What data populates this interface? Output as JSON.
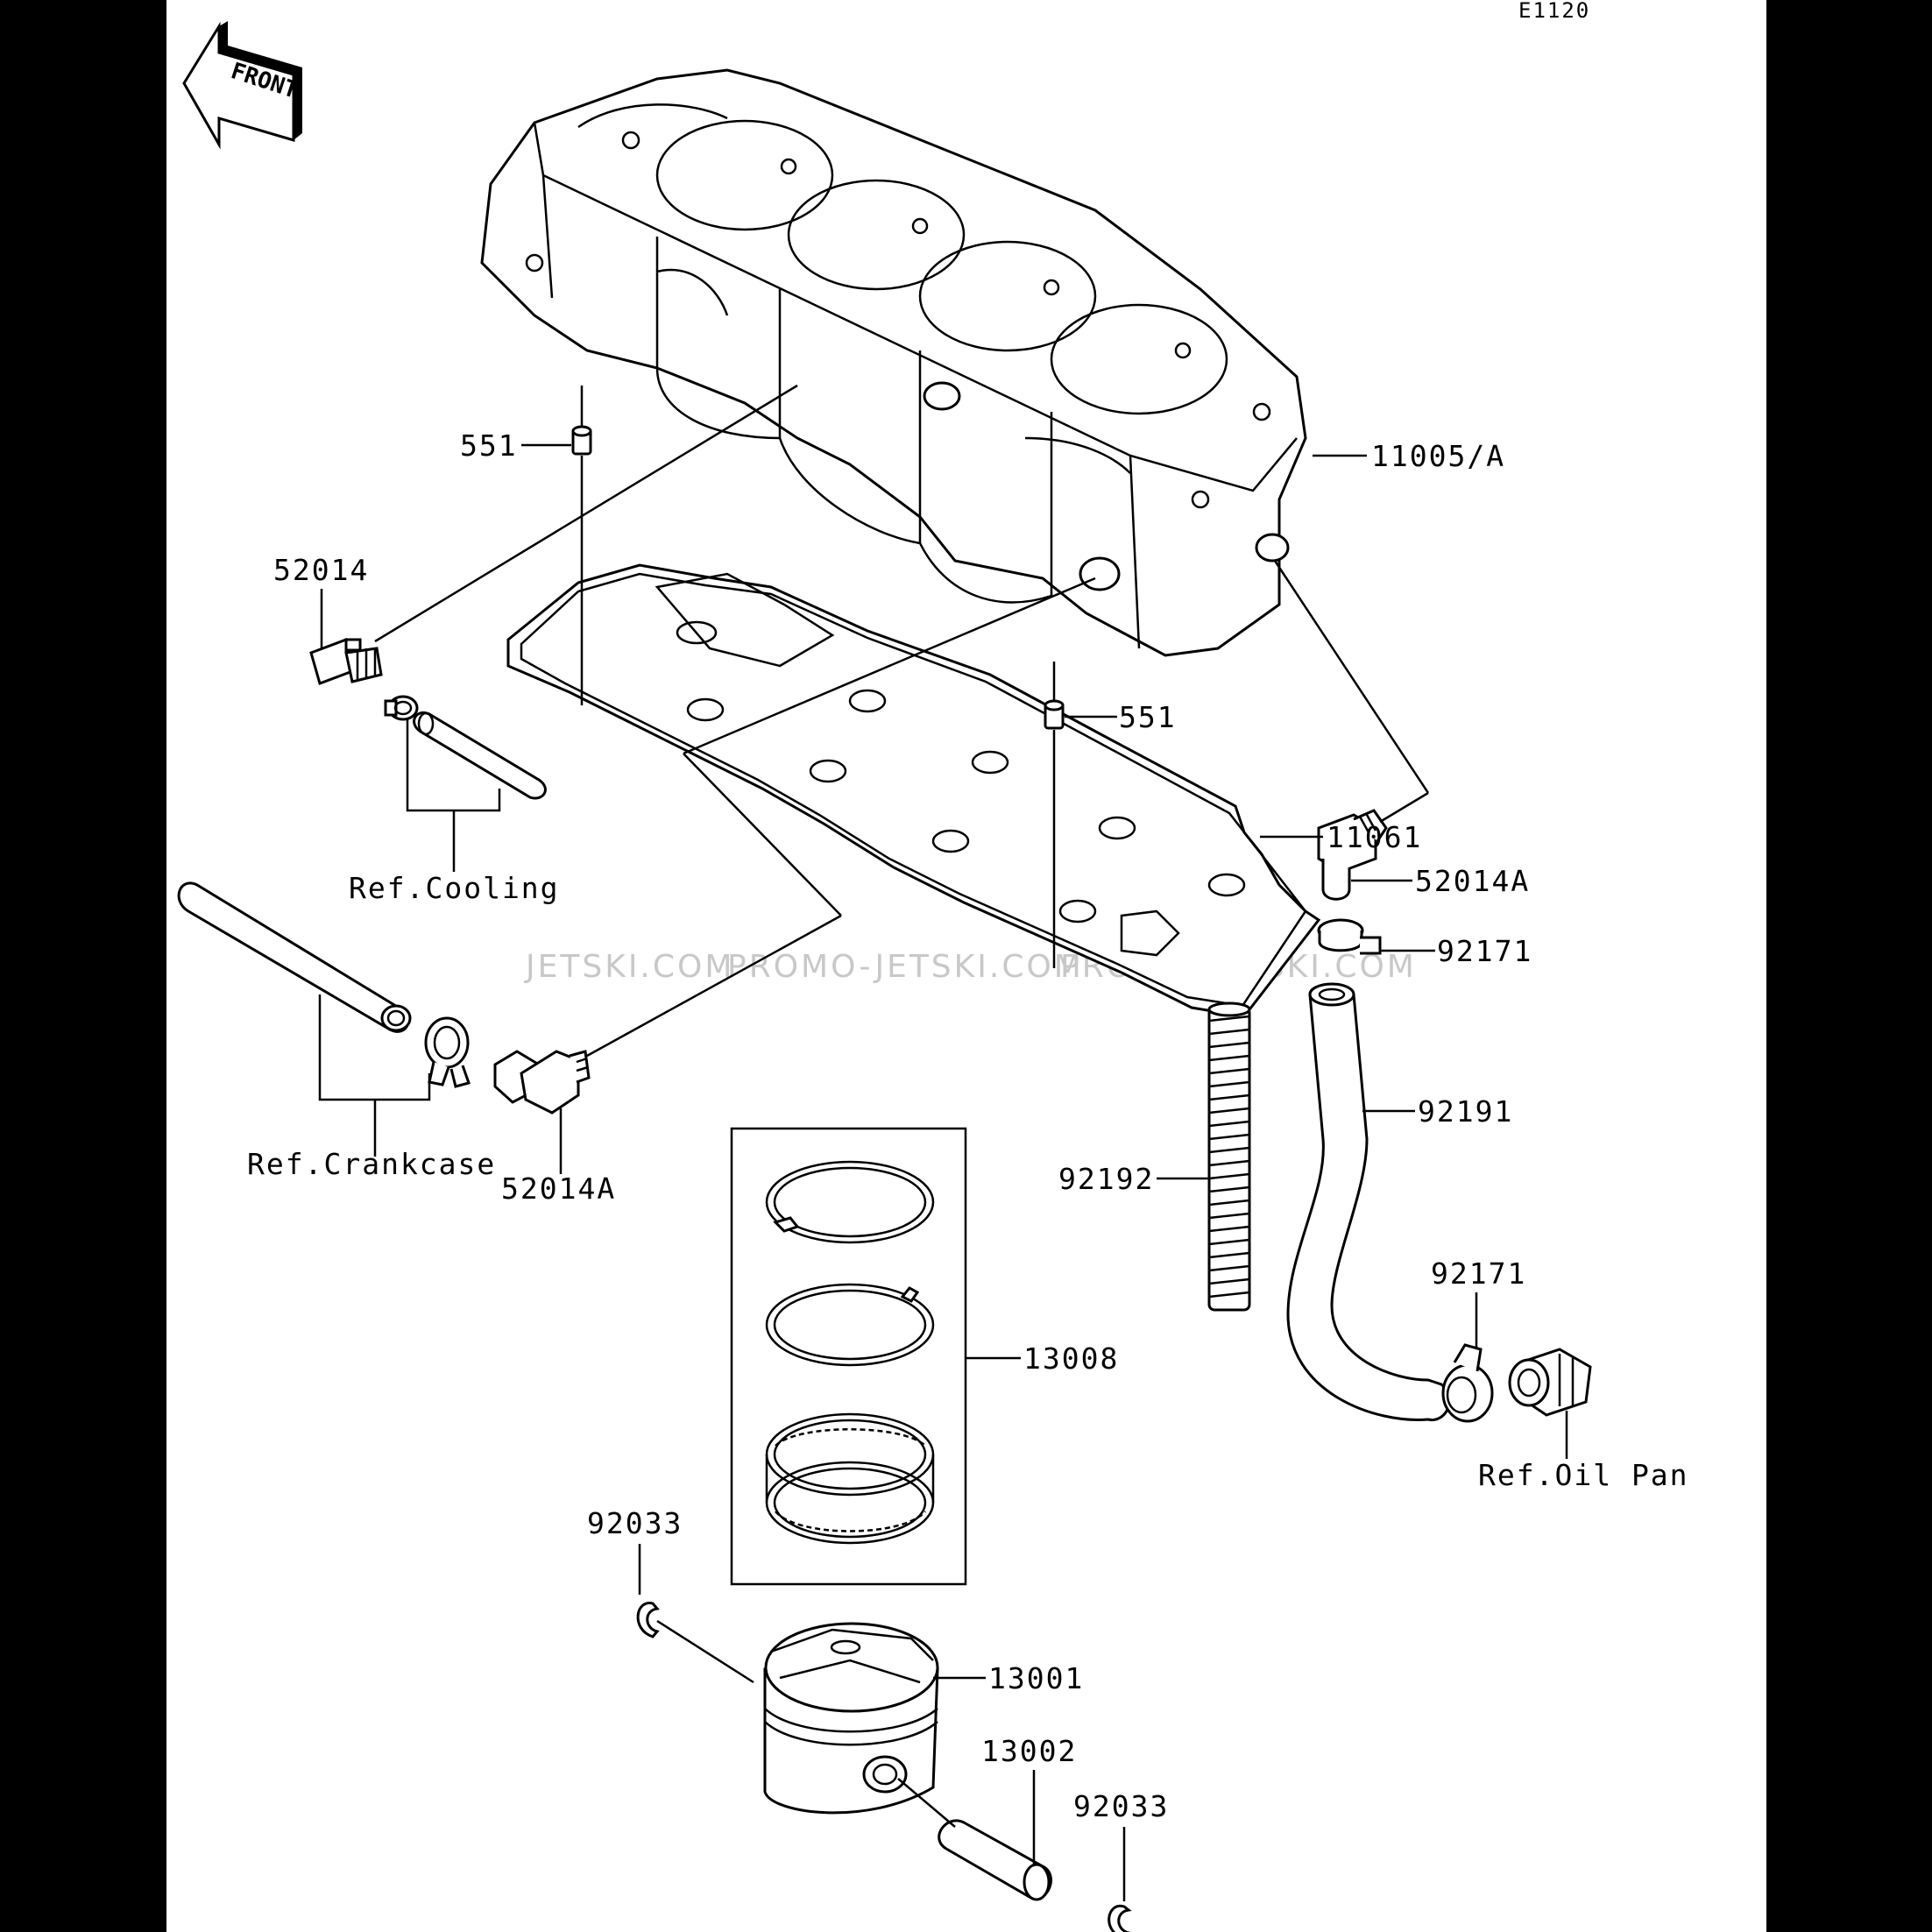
{
  "sheet": {
    "code": "E1120",
    "front_arrow": "FRONT"
  },
  "watermark": {
    "parts": [
      "JETSKI.COM",
      "PROMO-JETSKI.COM",
      "PROMO-JETSKI.COM"
    ]
  },
  "labels": {
    "cylinder": "11005/A",
    "dowel_upper": "551",
    "dowel_lower": "551",
    "fitting_left": "52014",
    "gasket": "11061",
    "ref_cooling": "Ref.Cooling",
    "ref_crankcase": "Ref.Crankcase",
    "elbow_left": "52014A",
    "elbow_right": "52014A",
    "clamp_upper": "92171",
    "clamp_lower": "92171",
    "hose": "92191",
    "spring": "92192",
    "ref_oil_pan": "Ref.Oil Pan",
    "ring_set": "13008",
    "piston": "13001",
    "pin": "13002",
    "circlip_left": "92033",
    "circlip_right": "92033"
  }
}
